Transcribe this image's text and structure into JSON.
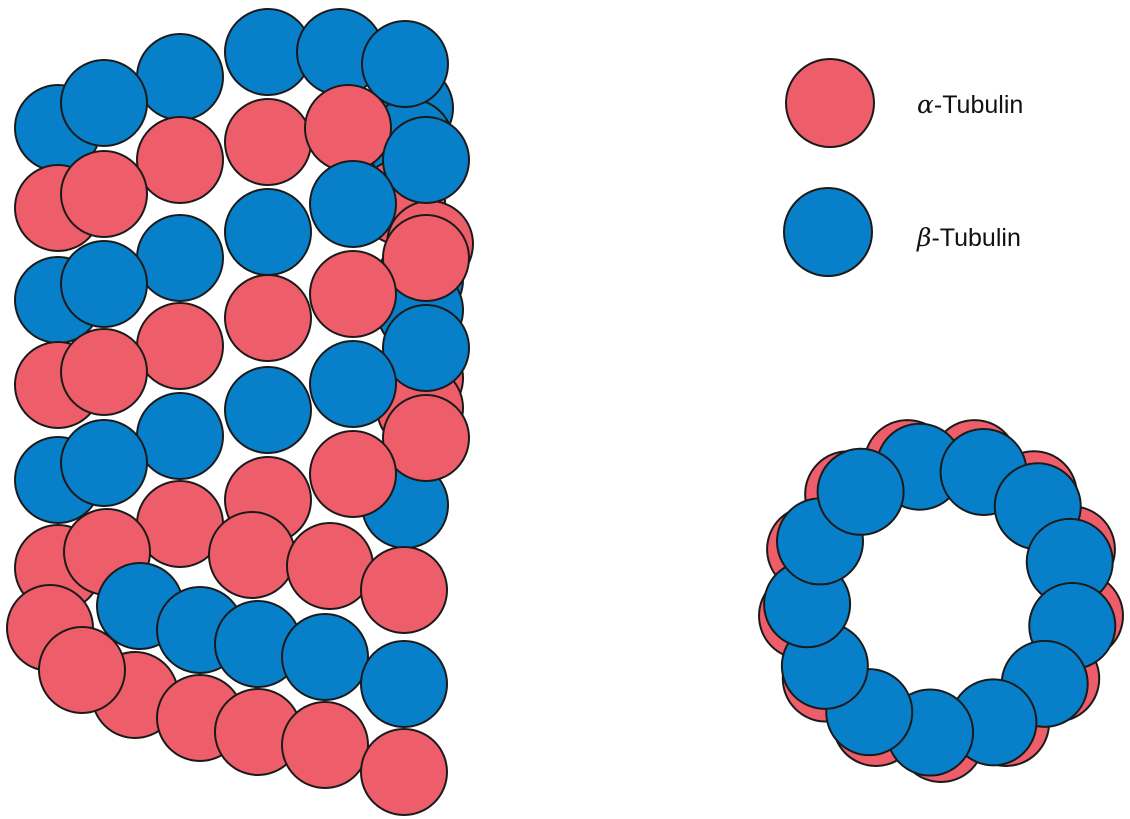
{
  "colors": {
    "alpha": "#ee5e6a",
    "beta": "#0880c9",
    "outline": "#1a1a1a",
    "background": "#ffffff"
  },
  "legend": {
    "alpha": {
      "symbol": "α",
      "label": "-Tubulin"
    },
    "beta": {
      "symbol": "β",
      "label": "-Tubulin"
    }
  }
}
